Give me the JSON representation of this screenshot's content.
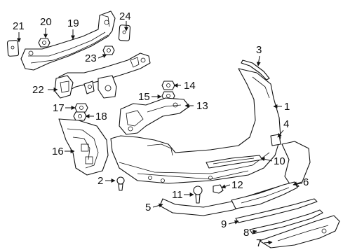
{
  "diagram": {
    "callouts": [
      {
        "id": "1",
        "label": "1"
      },
      {
        "id": "2",
        "label": "2"
      },
      {
        "id": "3",
        "label": "3"
      },
      {
        "id": "4",
        "label": "4"
      },
      {
        "id": "5",
        "label": "5"
      },
      {
        "id": "6",
        "label": "6"
      },
      {
        "id": "7",
        "label": "7"
      },
      {
        "id": "8",
        "label": "8"
      },
      {
        "id": "9",
        "label": "9"
      },
      {
        "id": "10",
        "label": "10"
      },
      {
        "id": "11",
        "label": "11"
      },
      {
        "id": "12",
        "label": "12"
      },
      {
        "id": "13",
        "label": "13"
      },
      {
        "id": "14",
        "label": "14"
      },
      {
        "id": "15",
        "label": "15"
      },
      {
        "id": "16",
        "label": "16"
      },
      {
        "id": "17",
        "label": "17"
      },
      {
        "id": "18",
        "label": "18"
      },
      {
        "id": "19",
        "label": "19"
      },
      {
        "id": "20",
        "label": "20"
      },
      {
        "id": "21",
        "label": "21"
      },
      {
        "id": "22",
        "label": "22"
      },
      {
        "id": "23",
        "label": "23"
      },
      {
        "id": "24",
        "label": "24"
      }
    ],
    "colors": {
      "line": "#111111",
      "background": "#ffffff"
    }
  }
}
